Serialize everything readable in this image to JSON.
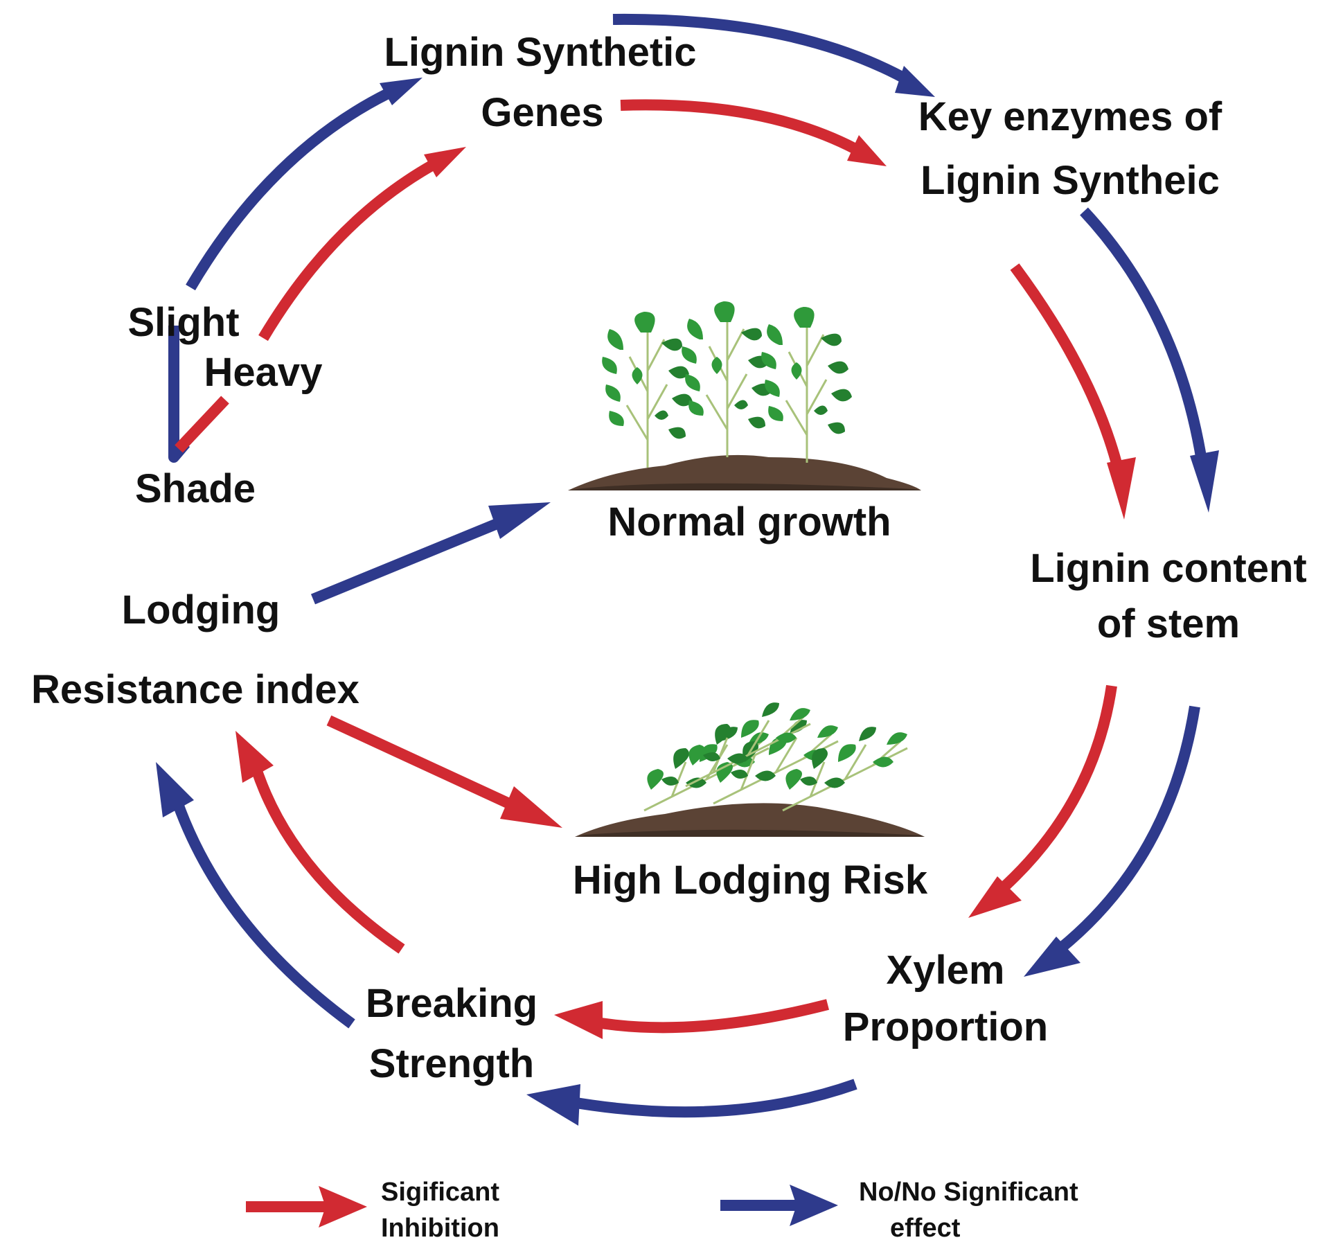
{
  "nodes": {
    "lignin_genes": [
      "Lignin Synthetic",
      "Genes"
    ],
    "key_enzymes": [
      "Key enzymes of",
      "Lignin Syntheic"
    ],
    "lignin_content": [
      "Lignin content",
      "of stem"
    ],
    "xylem": [
      "Xylem",
      "Proportion"
    ],
    "breaking": [
      "Breaking",
      "Strength"
    ],
    "lodging": [
      "Lodging",
      "Resistance index"
    ],
    "slight": "Slight",
    "heavy": "Heavy",
    "shade": "Shade",
    "normal_growth": "Normal growth",
    "high_risk": "High Lodging Risk"
  },
  "legend": {
    "red": [
      "Sigificant",
      "Inhibition"
    ],
    "blue": [
      "No/No Significant",
      "effect"
    ]
  },
  "colors": {
    "red": "#d12a32",
    "blue": "#2e3a8c",
    "text": "#111111",
    "soil": "#5b4335",
    "leaf": "#2f9a3a"
  }
}
